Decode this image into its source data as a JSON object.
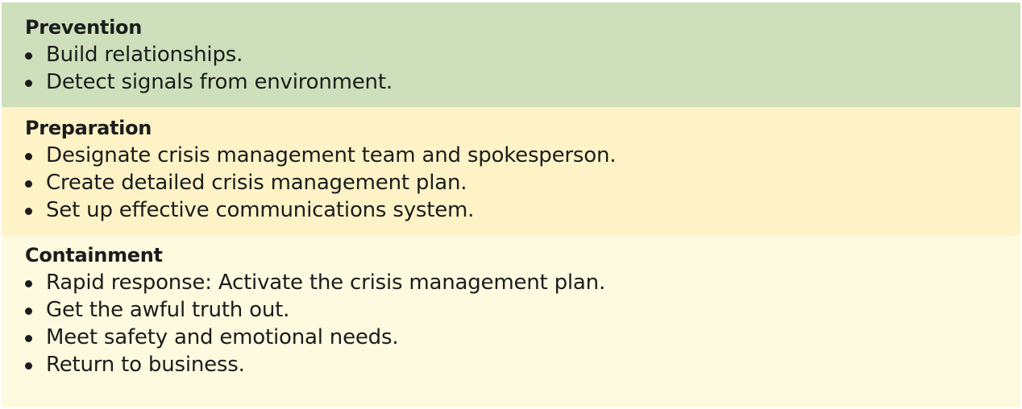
{
  "sections": [
    {
      "heading": "Prevention",
      "background": "#cde0bb",
      "items": [
        "Build relationships.",
        "Detect signals from environment."
      ]
    },
    {
      "heading": "Preparation",
      "background": "#fdf3c7",
      "items": [
        "Designate crisis management team and spokesperson.",
        "Create detailed crisis management plan.",
        "Set up effective communications system."
      ]
    },
    {
      "heading": "Containment",
      "background": "#fefae0",
      "items": [
        "Rapid response: Activate the crisis management plan.",
        "Get the awful truth out.",
        "Meet safety and emotional needs.",
        "Return to business."
      ]
    }
  ]
}
